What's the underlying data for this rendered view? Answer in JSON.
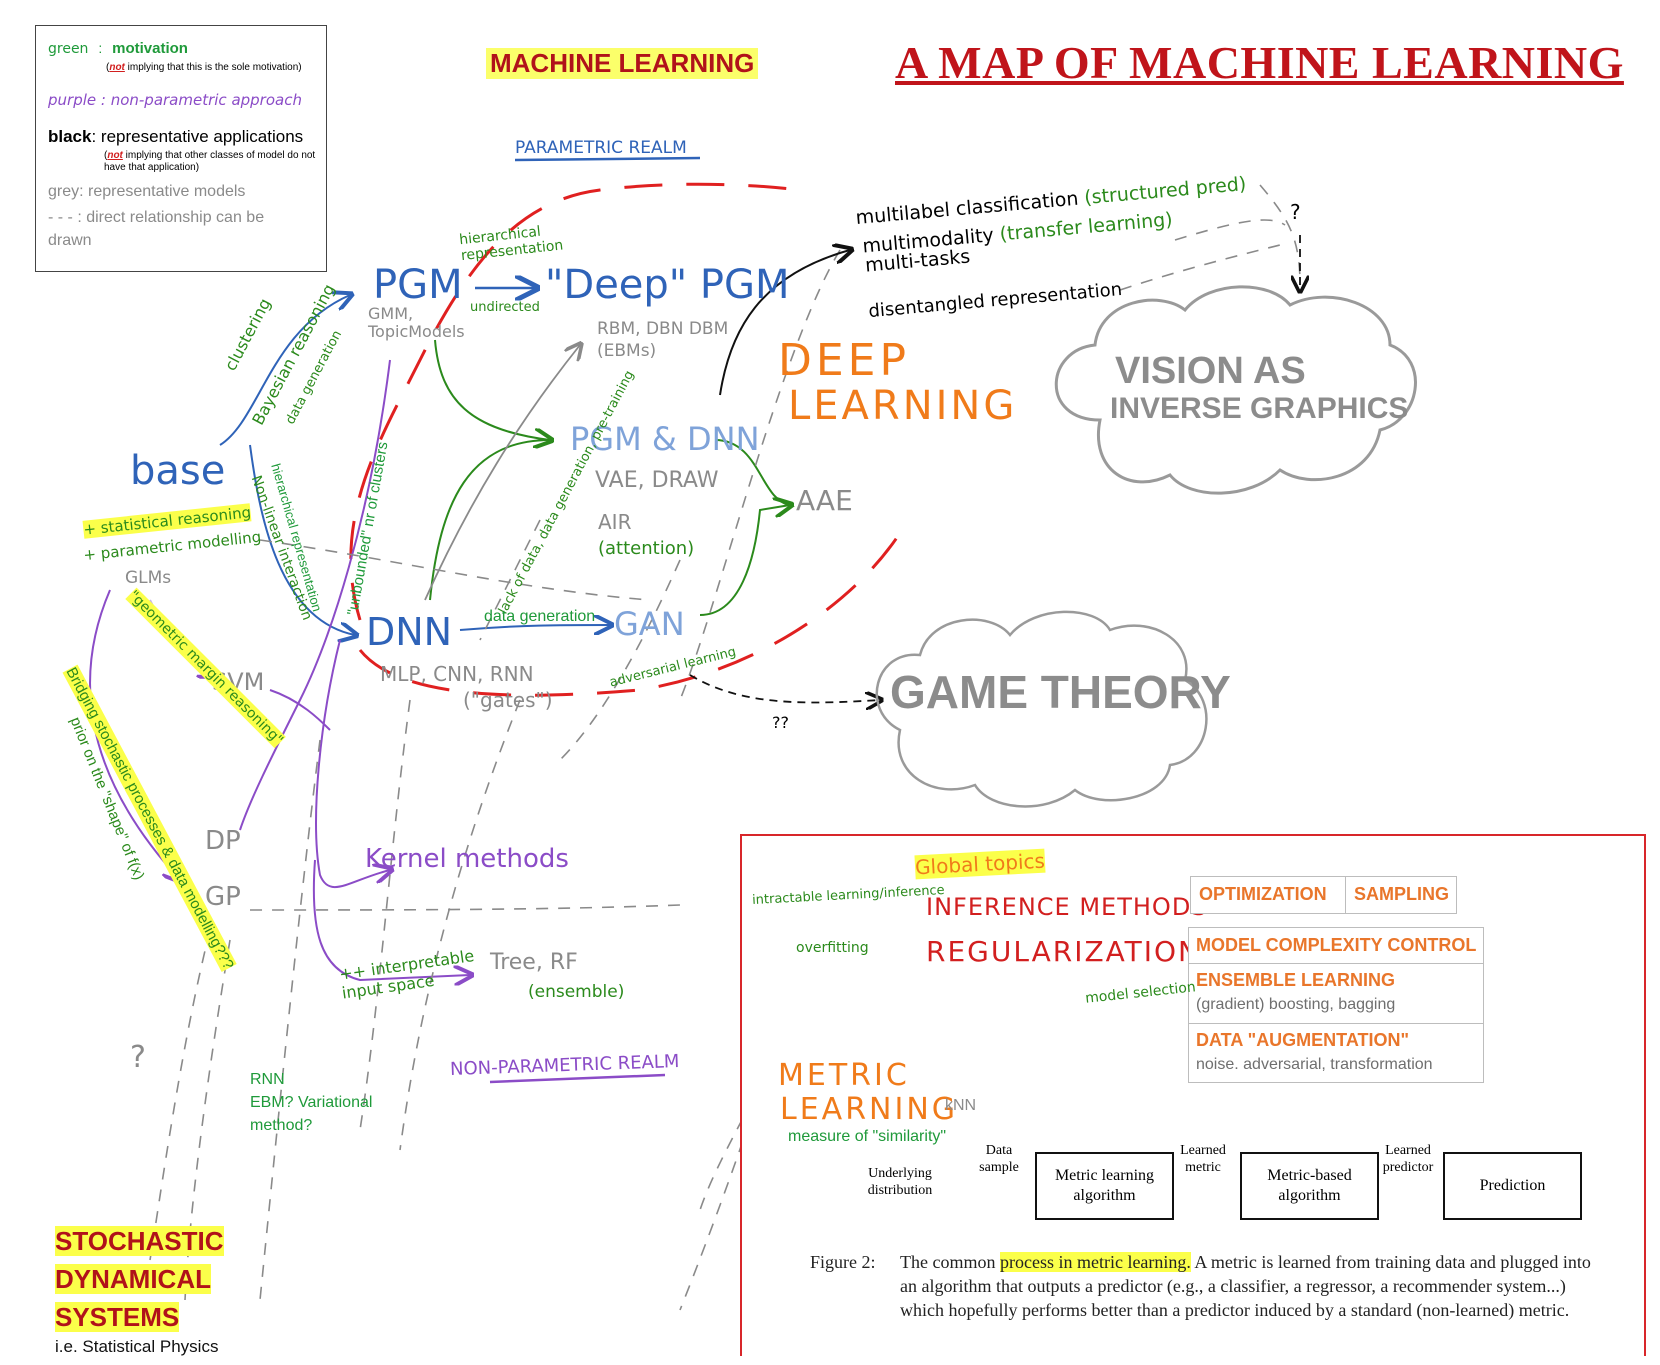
{
  "title": "A MAP OF MACHINE LEARNING",
  "header_tag": "MACHINE LEARNING",
  "legend": {
    "green_key": "green",
    "green_sep": ":",
    "green_text": "motivation",
    "green_note_not": "not",
    "green_note_rest": " implying that this is the sole motivation)",
    "purple_text": "purple : non-parametric approach",
    "black_key": "black",
    "black_text": ": representative applications",
    "black_note_not": "not",
    "black_note_rest": " implying that other classes of model do not have that application)",
    "grey_text": "grey: representative models",
    "dash_text": " - - - : direct relationship can be drawn"
  },
  "realms": {
    "parametric": "PARAMETRIC REALM",
    "non_parametric": "NON-PARAMETRIC REALM"
  },
  "nodes": {
    "base": "base",
    "pgm": "PGM",
    "pgm_models": "GMM, TopicModels",
    "deep_pgm": "\"Deep\" PGM",
    "deep_pgm_models": "RBM, DBN DBM (EBMs)",
    "pgm_dnn": "PGM & DNN",
    "pgm_dnn_models_1": "VAE, DRAW",
    "pgm_dnn_models_2": "AIR",
    "pgm_dnn_models_3": "(attention)",
    "aae": "AAE",
    "dnn": "DNN",
    "dnn_models_1": "MLP, CNN, RNN",
    "dnn_models_2": "(\"gates\")",
    "gan": "GAN",
    "glms": "GLMs",
    "svm": "SVM",
    "dp": "DP",
    "gp": "GP",
    "kernel_methods": "Kernel methods",
    "tree_rf_1": "Tree, RF",
    "tree_rf_2": "(ensemble)",
    "deep_learning_1": "DEEP",
    "deep_learning_2": "LEARNING",
    "vision_1": "VISION AS",
    "vision_2": "INVERSE GRAPHICS",
    "game_theory": "GAME THEORY",
    "stochastic_1": "STOCHASTIC",
    "stochastic_2": "DYNAMICAL",
    "stochastic_3": "SYSTEMS",
    "stat_physics": "i.e. Statistical Physics",
    "rnn_note_1": "RNN",
    "rnn_note_2": "EBM? Variational",
    "rnn_note_3": "method?",
    "question": "?",
    "double_question": "??"
  },
  "annotations": {
    "hierarchical_representation": "hierarchical representation",
    "undirected": "undirected",
    "clustering": "clustering",
    "bayesian_reasoning": "Bayesian reasoning",
    "data_generation_small": "data generation",
    "nonlinear_interaction": "Non-linear interaction",
    "hierarchical_representation_2": "hierarchical representation",
    "unbounded_clusters": "\"unbounded\" nr of clusters",
    "lack_of_data": "lack of data, data generation, pre-training",
    "statistical_reasoning": "+ statistical reasoning",
    "parametric_modelling": "+ parametric modelling",
    "geometric_margin": "\"geometric margin reasoning\"",
    "prior_shape": "prior on the \"shape\" of f(x)",
    "bridging": "Bridging stochastic processes & data modelling???",
    "data_generation": "data generation",
    "adversarial_learning": "adversarial learning",
    "interpretable_input": "++ interpretable input space",
    "multilabel": "multilabel classification",
    "structured_pred": "(structured pred)",
    "multimodality": "multimodality",
    "transfer_learning": "(transfer learning)",
    "multitasks": "multi-tasks",
    "disentangled": "disentangled representation",
    "q_mark": "?"
  },
  "global_topics": {
    "label": "Global topics",
    "inference_trigger": "intractable learning/inference",
    "inference": "INFERENCE METHODS",
    "optimization": "OPTIMIZATION",
    "sampling": "SAMPLING",
    "overfitting_trigger": "overfitting",
    "regularization": "REGULARIZATION",
    "model_complexity": "MODEL COMPLEXITY CONTROL",
    "ensemble": "ENSEMBLE LEARNING",
    "ensemble_sub": "(gradient) boosting, bagging",
    "model_selection": "model selection",
    "augmentation": "DATA \"AUGMENTATION\"",
    "augmentation_sub": "noise. adversarial, transformation",
    "metric_1": "METRIC",
    "metric_2": "LEARNING",
    "knn": "kNN",
    "similarity": "measure of \"similarity\""
  },
  "figure": {
    "underlying": "Underlying distribution",
    "data_sample": "Data sample",
    "metric_alg": "Metric learning algorithm",
    "learned_metric": "Learned metric",
    "metric_based": "Metric-based algorithm",
    "learned_predictor": "Learned predictor",
    "prediction": "Prediction",
    "caption_label": "Figure 2:",
    "caption_pre": "The common ",
    "caption_hl": "process in metric learning.",
    "caption_post": " A metric is learned from training data and plugged into an algorithm that outputs a predictor (e.g., a classifier, a regressor, a recommender system...) which hopefully performs better than a predictor induced by a standard (non-learned) metric."
  },
  "colors": {
    "motivation": "#1f9a3a",
    "non_parametric": "#8b4cc7",
    "parametric": "#2f63b8",
    "model": "#8a8a8a",
    "deep_learning": "#f07b1a",
    "realm_border": "#e02020",
    "title": "#c0141a"
  }
}
